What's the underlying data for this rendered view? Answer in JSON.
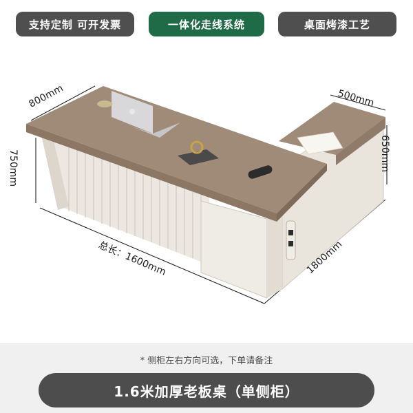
{
  "badges": {
    "left": "支持定制 可开发票",
    "center": "一体化走线系统",
    "right": "桌面烤漆工艺"
  },
  "dimensions": {
    "desk_depth": "800mm",
    "desk_height": "750mm",
    "total_length": "总长：1600mm",
    "side_depth": "500mm",
    "side_height": "650mm",
    "side_length": "1800mm"
  },
  "footer": {
    "note": "* 侧柜左右方向可选，下单请备注",
    "title": "1.6米加厚老板桌（单侧柜）"
  },
  "colors": {
    "desktop_wood": "#a08b78",
    "cabinet_cream": "#ece7df",
    "badge_grey": "#4f4f50",
    "badge_green": "#1f6b47",
    "title_pill": "#4d4d4d"
  }
}
